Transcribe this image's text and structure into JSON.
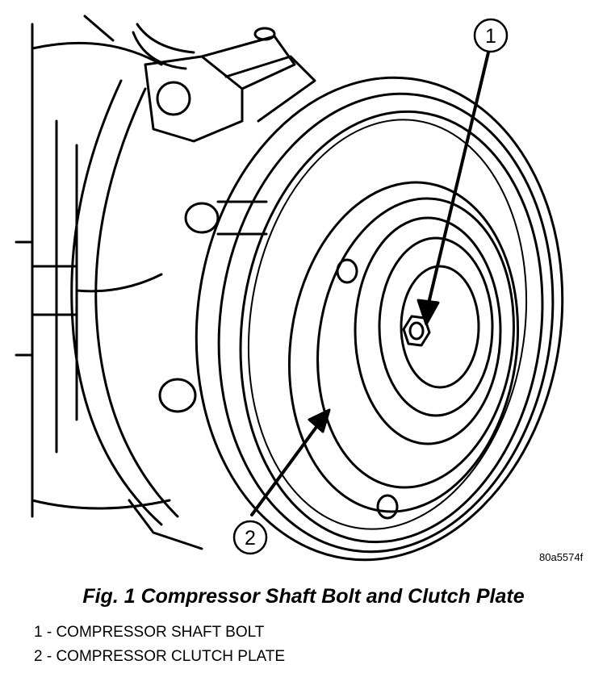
{
  "figure_code": "80a5574f",
  "caption": "Fig. 1 Compressor Shaft Bolt and Clutch Plate",
  "callouts": [
    {
      "num": "1"
    },
    {
      "num": "2"
    }
  ],
  "legend": [
    "1 - COMPRESSOR SHAFT BOLT",
    "2 - COMPRESSOR CLUTCH PLATE"
  ]
}
